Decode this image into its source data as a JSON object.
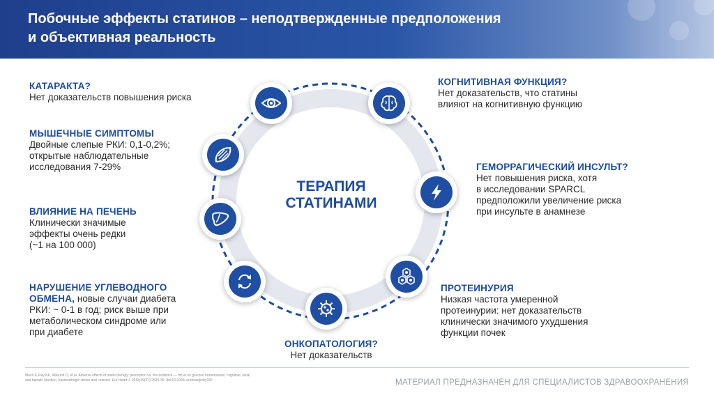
{
  "title": {
    "line1": "Побочные эффекты статинов – неподтвержденные предположения",
    "line2": "и объективная реальность"
  },
  "center": {
    "line1": "ТЕРАПИЯ",
    "line2": "СТАТИНАМИ"
  },
  "icons": [
    "eye-icon",
    "brain-icon",
    "muscle-icon",
    "lightning-icon",
    "liver-icon",
    "kidney-cells-icon",
    "cycle-arrows-icon",
    "virus-cell-icon"
  ],
  "blocks": {
    "cataract": {
      "heading": "КАТАРАКТА?",
      "lines": [
        "Нет доказательств повышения риска"
      ]
    },
    "muscle": {
      "heading": "МЫШЕЧНЫЕ СИМПТОМЫ",
      "lines": [
        "Двойные слепые РКИ: 0,1-0,2%;",
        "открытые наблюдательные",
        "исследования 7-29%"
      ]
    },
    "liver": {
      "heading": "ВЛИЯНИЕ НА ПЕЧЕНЬ",
      "lines": [
        "Клинически значимые",
        "эффекты очень редки",
        "(~1 на 100 000)"
      ]
    },
    "carb": {
      "heading1": "НАРУШЕНИЕ УГЛЕВОДНОГО",
      "heading2": "ОБМЕНА,",
      "text2": " новые случаи диабета",
      "lines": [
        "РКИ: ~ 0-1 в год; риск выше при",
        "метаболическом синдроме или",
        "при диабете"
      ]
    },
    "cognitive": {
      "heading": "КОГНИТИВНАЯ ФУНКЦИЯ?",
      "lines": [
        "Нет доказательств, что статины",
        "влияют на когнитивную функцию"
      ]
    },
    "stroke": {
      "heading": "ГЕМОРРАГИЧЕСКИЙ ИНСУЛЬТ?",
      "lines": [
        "Нет повышения риска, хотя",
        "в исследовании SPARCL",
        "предположили увеличение риска",
        "при инсульте в анамнезе"
      ]
    },
    "protein": {
      "heading": "ПРОТЕИНУРИЯ",
      "lines": [
        "Низкая частота умеренной",
        "протеинурии: нет доказательств",
        "клинически значимого  ухудшения",
        "функции почек"
      ]
    },
    "onco": {
      "heading": "ОНКОПАТОЛОГИЯ?",
      "lines": [
        "Нет доказательств"
      ]
    }
  },
  "footer": {
    "reference_line1": "Mach F, Ray KK, Wiklund O, et al. Adverse effects of statin therapy: perception vs. the evidence — focus on glucose homeostasis, cognitive, renal",
    "reference_line2": "and hepatic function, haemorrhagic stroke and cataract. Eur Heart J. 2018;39(27):2526-39. doi:10.1093/ eurheartj/ehy182",
    "disclaimer": "МАТЕРИАЛ ПРЕДНАЗНАЧЕН ДЛЯ СПЕЦИАЛИСТОВ ЗДРАВООХРАНЕНИЯ"
  },
  "colors": {
    "brand": "#1d4ba0",
    "icon_fill": "#1f4ea3",
    "ring": "#e4e7ee",
    "dash": "#1d4ba0"
  }
}
